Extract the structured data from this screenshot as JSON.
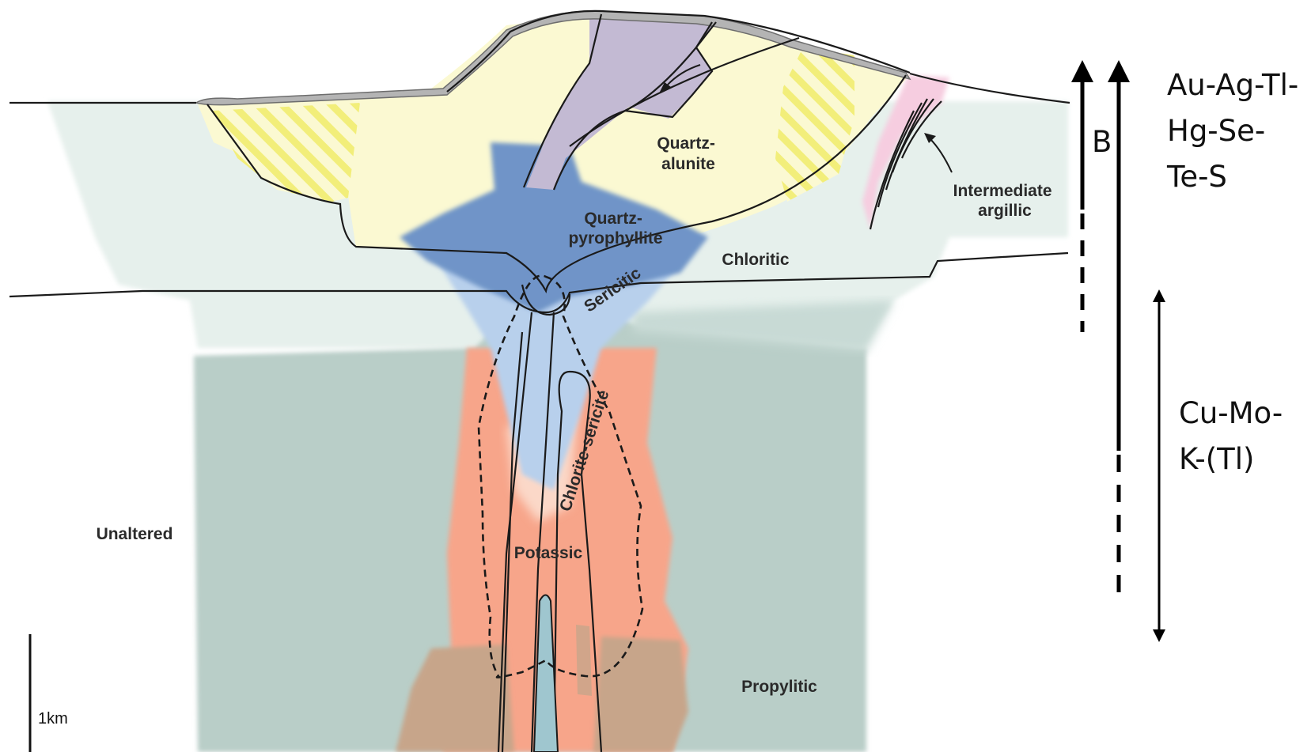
{
  "zones": {
    "quartz_alunite": [
      "Quartz-",
      "alunite"
    ],
    "quartz_pyrophyllite": [
      "Quartz-",
      "pyrophyllite"
    ],
    "intermediate_argillic": [
      "Intermediate",
      "argillic"
    ],
    "chloritic": "Chloritic",
    "sericitic": "Sericitic",
    "chlorite_sericite": "Chlorite-sericite",
    "potassic": "Potassic",
    "unaltered": "Unaltered",
    "propylitic": "Propylitic"
  },
  "scale_bar": {
    "label": "1km"
  },
  "markers": {
    "b_label": "B"
  },
  "element_groups": {
    "upper": [
      "Au-Ag-Tl-",
      "Hg-Se-",
      "Te-S"
    ],
    "lower": [
      "Cu-Mo-",
      "K-(Tl)"
    ]
  },
  "colors": {
    "unaltered": "#ffffff",
    "chloritic": "#e6f0ec",
    "propylitic": "#b9cec8",
    "quartz_alunite": "#fbf9d2",
    "lithocap_hatch": "#f2ee7a",
    "quartz_pyrophyllite": "#6f94c8",
    "sericitic": "#b8d0ec",
    "potassic": "#f7a58a",
    "potassic_light": "#fbd8c8",
    "brown_root": "#c7a58a",
    "intermediate_argillic": "#f6cde0",
    "breccia_purple": "#c3bad3",
    "surface_cap": "#b4b4b4"
  }
}
